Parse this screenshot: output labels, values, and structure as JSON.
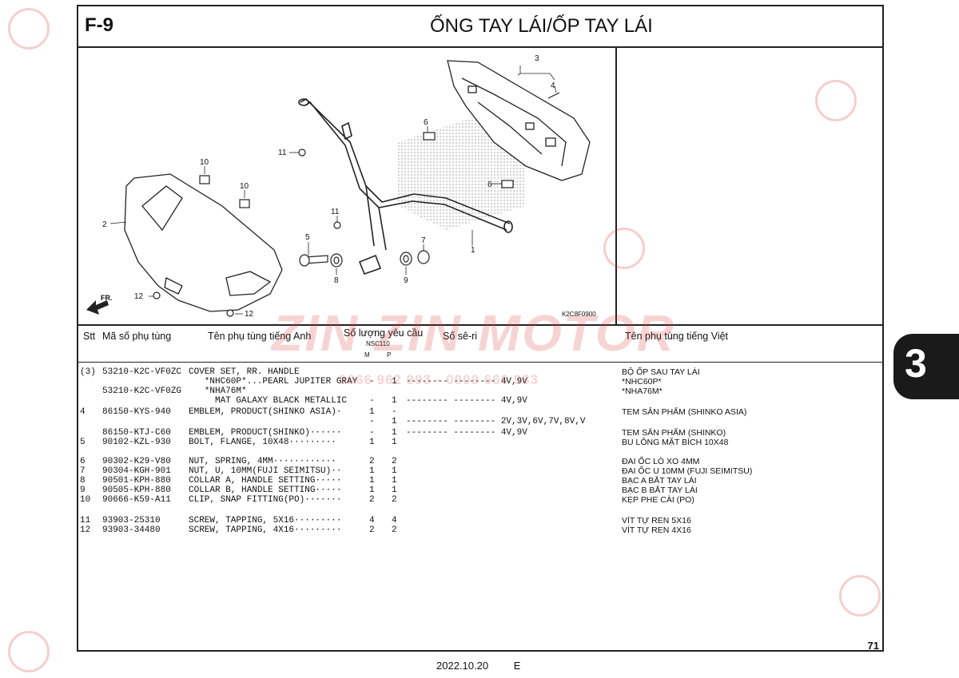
{
  "header": {
    "figure_id": "F-9",
    "title": "ỐNG TAY LÁI/ỐP TAY LÁI"
  },
  "diagram": {
    "callouts": [
      "1",
      "2",
      "3",
      "4",
      "5",
      "6",
      "6",
      "7",
      "8",
      "9",
      "10",
      "10",
      "11",
      "11",
      "12",
      "12"
    ],
    "front_label": "FR.",
    "code": "K2C8F0900"
  },
  "table": {
    "headers": {
      "stt": "Stt",
      "part_no": "Mã số phụ tùng",
      "name_en": "Tên phụ tùng tiếng Anh",
      "qty": "Số lượng yêu cầu",
      "model": "NSC110",
      "m": "M",
      "p": "P",
      "serial": "Số sê-ri",
      "name_vn": "Tên phụ tùng tiếng Việt"
    },
    "rows": [
      {
        "stt": "(3)",
        "part": "53210-K2C-VF0ZC",
        "en": "COVER SET, RR. HANDLE",
        "m": "",
        "p": "",
        "serial": "",
        "vn": "BỘ ỐP SAU TAY LÁI"
      },
      {
        "stt": "",
        "part": "",
        "en": "   *NHC60P*...PEARL JUPITER GRAY",
        "m": "-",
        "p": "1",
        "serial": "-------- -------- 4V,9V",
        "vn": "*NHC60P*"
      },
      {
        "stt": "",
        "part": "53210-K2C-VF0ZG",
        "en": "   *NHA76M*",
        "m": "",
        "p": "",
        "serial": "",
        "vn": "*NHA76M*"
      },
      {
        "stt": "",
        "part": "",
        "en": "     MAT GALAXY BLACK METALLIC",
        "m": "-",
        "p": "1",
        "serial": "-------- -------- 4V,9V",
        "vn": ""
      },
      {
        "stt": "4",
        "part": "86150-KYS-940",
        "en": "EMBLEM, PRODUCT(SHINKO ASIA)·",
        "m": "1",
        "p": "-",
        "serial": "",
        "vn": "TEM SẢN PHẨM (SHINKO ASIA)"
      },
      {
        "stt": "",
        "part": "",
        "en": "",
        "m": "-",
        "p": "1",
        "serial": "-------- -------- 2V,3V,6V,7V,8V,V",
        "vn": ""
      },
      {
        "stt": "",
        "part": "86150-KTJ-C60",
        "en": "EMBLEM, PRODUCT(SHINKO)······",
        "m": "-",
        "p": "1",
        "serial": "-------- -------- 4V,9V",
        "vn": "TEM SẢN PHẨM (SHINKO)"
      },
      {
        "stt": "5",
        "part": "90102-KZL-930",
        "en": "BOLT, FLANGE, 10X48·········",
        "m": "1",
        "p": "1",
        "serial": "",
        "vn": "BU LÔNG MẶT BÍCH 10X48"
      },
      {
        "stt": "6",
        "part": "90302-K29-V80",
        "en": "NUT, SPRING, 4MM············",
        "m": "2",
        "p": "2",
        "serial": "",
        "vn": "ĐAI ỐC LÒ XO 4MM"
      },
      {
        "stt": "7",
        "part": "90304-KGH-901",
        "en": "NUT, U, 10MM(FUJI SEIMITSU)··",
        "m": "1",
        "p": "1",
        "serial": "",
        "vn": "ĐAI ỐC U 10MM (FUJI SEIMITSU)"
      },
      {
        "stt": "8",
        "part": "90501-KPH-880",
        "en": "COLLAR A, HANDLE SETTING·····",
        "m": "1",
        "p": "1",
        "serial": "",
        "vn": "BẠC A BẮT TAY LÁI"
      },
      {
        "stt": "9",
        "part": "90505-KPH-880",
        "en": "COLLAR B, HANDLE SETTING·····",
        "m": "1",
        "p": "1",
        "serial": "",
        "vn": "BẠC B BẮT TAY LÁI"
      },
      {
        "stt": "10",
        "part": "90666-K59-A11",
        "en": "CLIP, SNAP FITTING(PO)·······",
        "m": "2",
        "p": "2",
        "serial": "",
        "vn": "KẸP PHE CÀI (PO)"
      },
      {
        "stt": "11",
        "part": "93903-25310",
        "en": "SCREW, TAPPING, 5X16·········",
        "m": "4",
        "p": "4",
        "serial": "",
        "vn": "VÍT TỰ REN 5X16"
      },
      {
        "stt": "12",
        "part": "93903-34480",
        "en": "SCREW, TAPPING, 4X16·········",
        "m": "2",
        "p": "2",
        "serial": "",
        "vn": "VÍT TỰ REN 4X16"
      }
    ]
  },
  "page_number": "71",
  "footer": {
    "date": "2022.10.20",
    "edition": "E"
  },
  "section_tab": "3",
  "watermark": {
    "brand": "ZIN ZIN MOTOR",
    "phone": "0966 962 993 - 0909 666 983"
  }
}
